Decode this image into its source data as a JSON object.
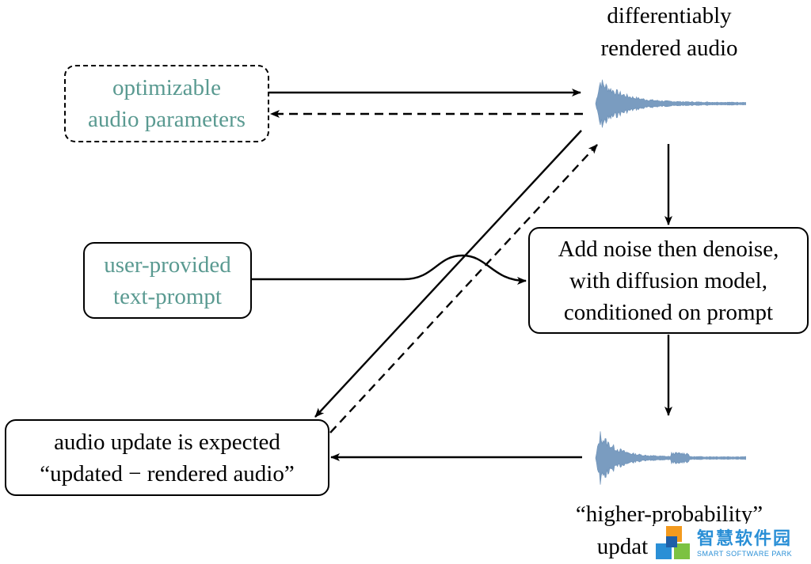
{
  "labels": {
    "top_rendered_line1": "differentiably",
    "top_rendered_line2": "rendered audio",
    "bottom_line1": "“higher-probability”",
    "bottom_line2": "updat"
  },
  "boxes": {
    "params_line1": "optimizable",
    "params_line2": "audio parameters",
    "prompt_line1": "user-provided",
    "prompt_line2": "text-prompt",
    "diffusion_line1": "Add noise then denoise,",
    "diffusion_line2": "with diffusion model,",
    "diffusion_line3": "conditioned on prompt",
    "update_line1": "audio update is expected",
    "update_line2": "“updated − rendered audio”"
  },
  "logo": {
    "name_cn": "智慧软件园",
    "name_en": "SMART SOFTWARE PARK"
  },
  "colors": {
    "teal_text": "#5a9a91",
    "waveform": "#7a9cc0",
    "logo_blue": "#2a8fd6",
    "logo_orange": "#f39a1e",
    "logo_green": "#7cc242",
    "logo_navy": "#1f5fa8"
  }
}
